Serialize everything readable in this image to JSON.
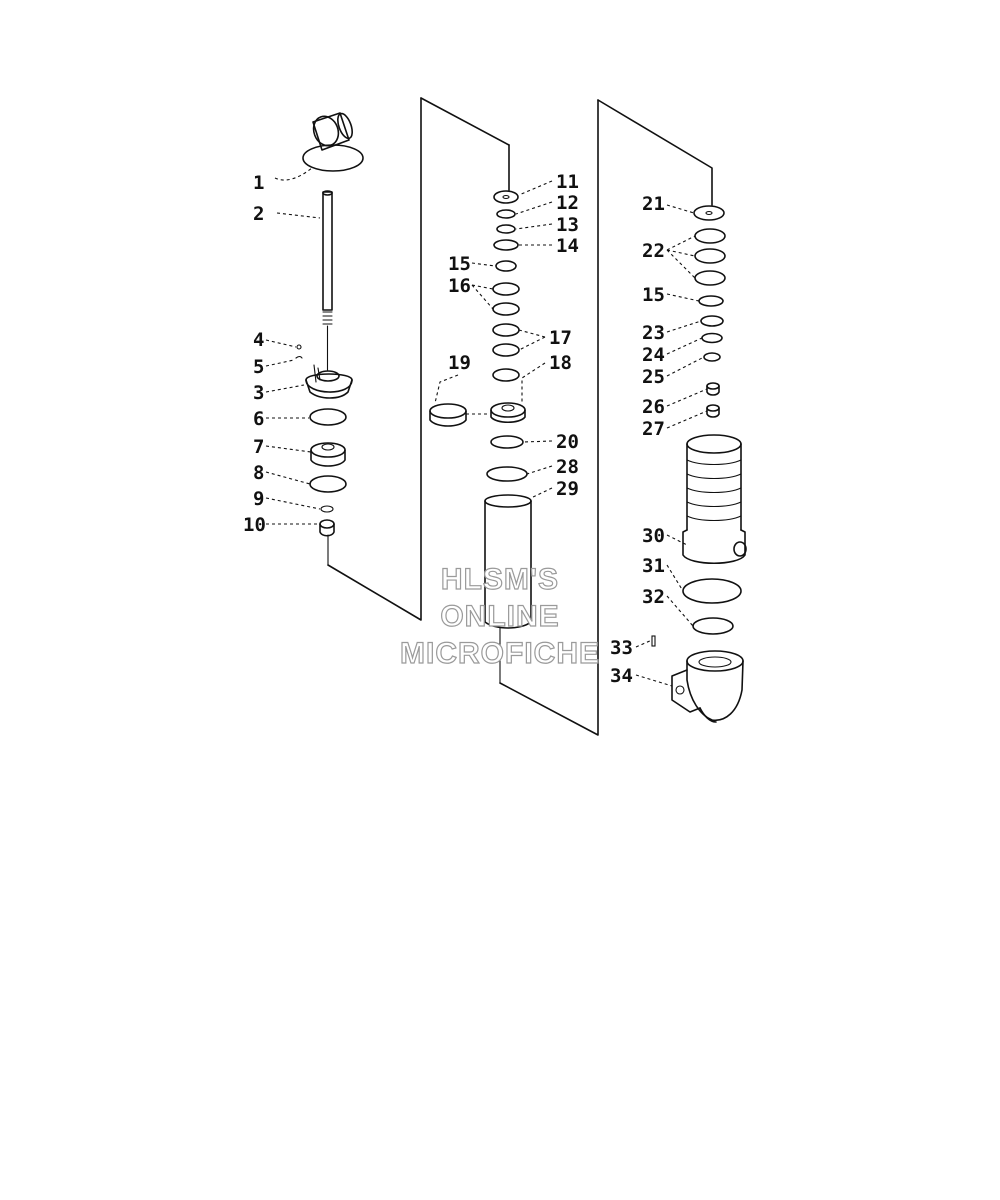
{
  "callouts": {
    "c1": "1",
    "c2": "2",
    "c3": "3",
    "c4": "4",
    "c5": "5",
    "c6": "6",
    "c7": "7",
    "c8": "8",
    "c9": "9",
    "c10": "10",
    "c11": "11",
    "c12": "12",
    "c13": "13",
    "c14": "14",
    "c15a": "15",
    "c15b": "15",
    "c16": "16",
    "c17": "17",
    "c18": "18",
    "c19": "19",
    "c20": "20",
    "c21": "21",
    "c22": "22",
    "c23": "23",
    "c24": "24",
    "c25": "25",
    "c26": "26",
    "c27": "27",
    "c28": "28",
    "c29": "29",
    "c30": "30",
    "c31": "31",
    "c32": "32",
    "c33": "33",
    "c34": "34"
  },
  "watermark": {
    "line1": "HLSM'S",
    "line2": "ONLINE",
    "line3": "MICROFICHE"
  }
}
